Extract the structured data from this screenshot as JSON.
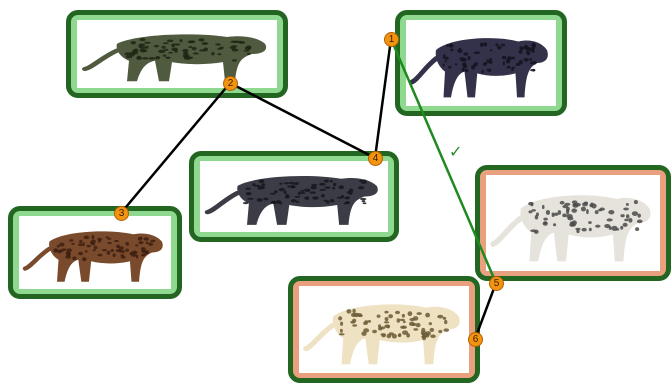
{
  "colors": {
    "match_border": "#226622",
    "match_fill": "#8fd88f",
    "nonmatch_border": "#226622",
    "nonmatch_fill": "#e8a07e",
    "node_fill": "#f2940f",
    "edge_default": "#000000",
    "edge_highlight": "#1f8a1f"
  },
  "nodes": [
    {
      "id": "1",
      "label": "1",
      "animal": "dark-blue-leopard-icon",
      "group": "match"
    },
    {
      "id": "2",
      "label": "2",
      "animal": "dark-green-leopard-icon",
      "group": "match"
    },
    {
      "id": "3",
      "label": "3",
      "animal": "brown-leopard-icon",
      "group": "match"
    },
    {
      "id": "4",
      "label": "4",
      "animal": "dark-gray-leopard-icon",
      "group": "match"
    },
    {
      "id": "5",
      "label": "5",
      "animal": "pale-leopard-icon",
      "group": "nonmatch"
    },
    {
      "id": "6",
      "label": "6",
      "animal": "cream-leopard-icon",
      "group": "nonmatch"
    }
  ],
  "edges": [
    {
      "from": "2",
      "to": "3",
      "style": "default"
    },
    {
      "from": "2",
      "to": "4",
      "style": "default"
    },
    {
      "from": "1",
      "to": "4",
      "style": "default"
    },
    {
      "from": "1",
      "to": "5",
      "style": "highlight"
    },
    {
      "from": "5",
      "to": "6",
      "style": "default"
    }
  ],
  "annotations": {
    "highlight_mark": "✓"
  }
}
